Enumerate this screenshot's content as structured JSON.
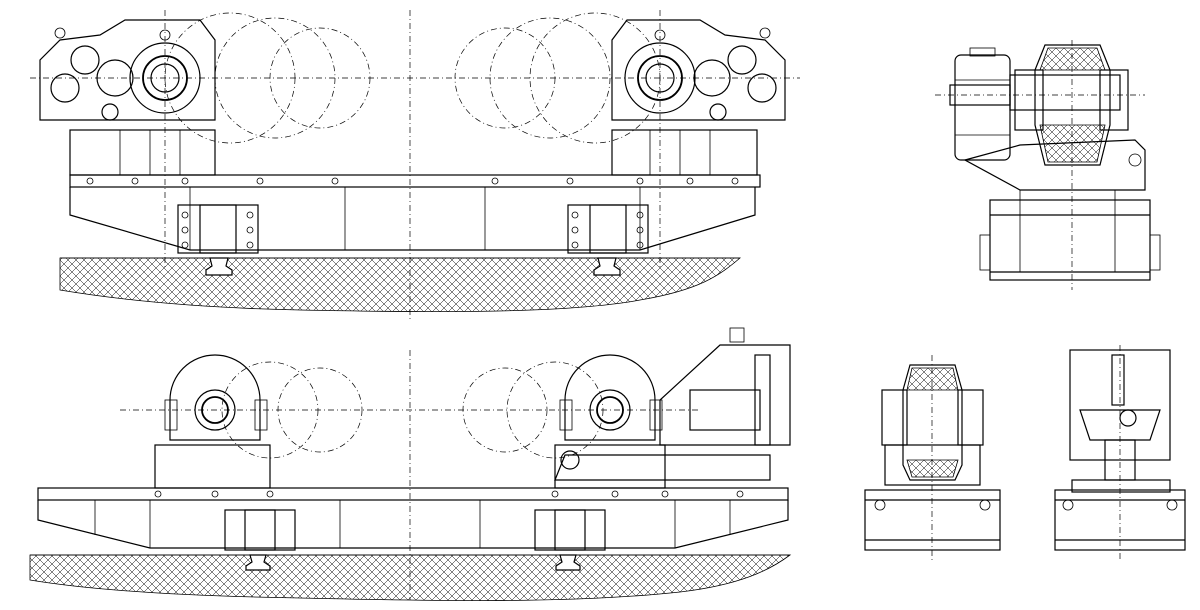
{
  "drawing": {
    "views": [
      "top-front-elevation",
      "top-side-elevation",
      "bottom-front-elevation",
      "bottom-side-elevation-left",
      "bottom-side-elevation-right"
    ],
    "line_color": "#000000",
    "background": "#ffffff"
  }
}
